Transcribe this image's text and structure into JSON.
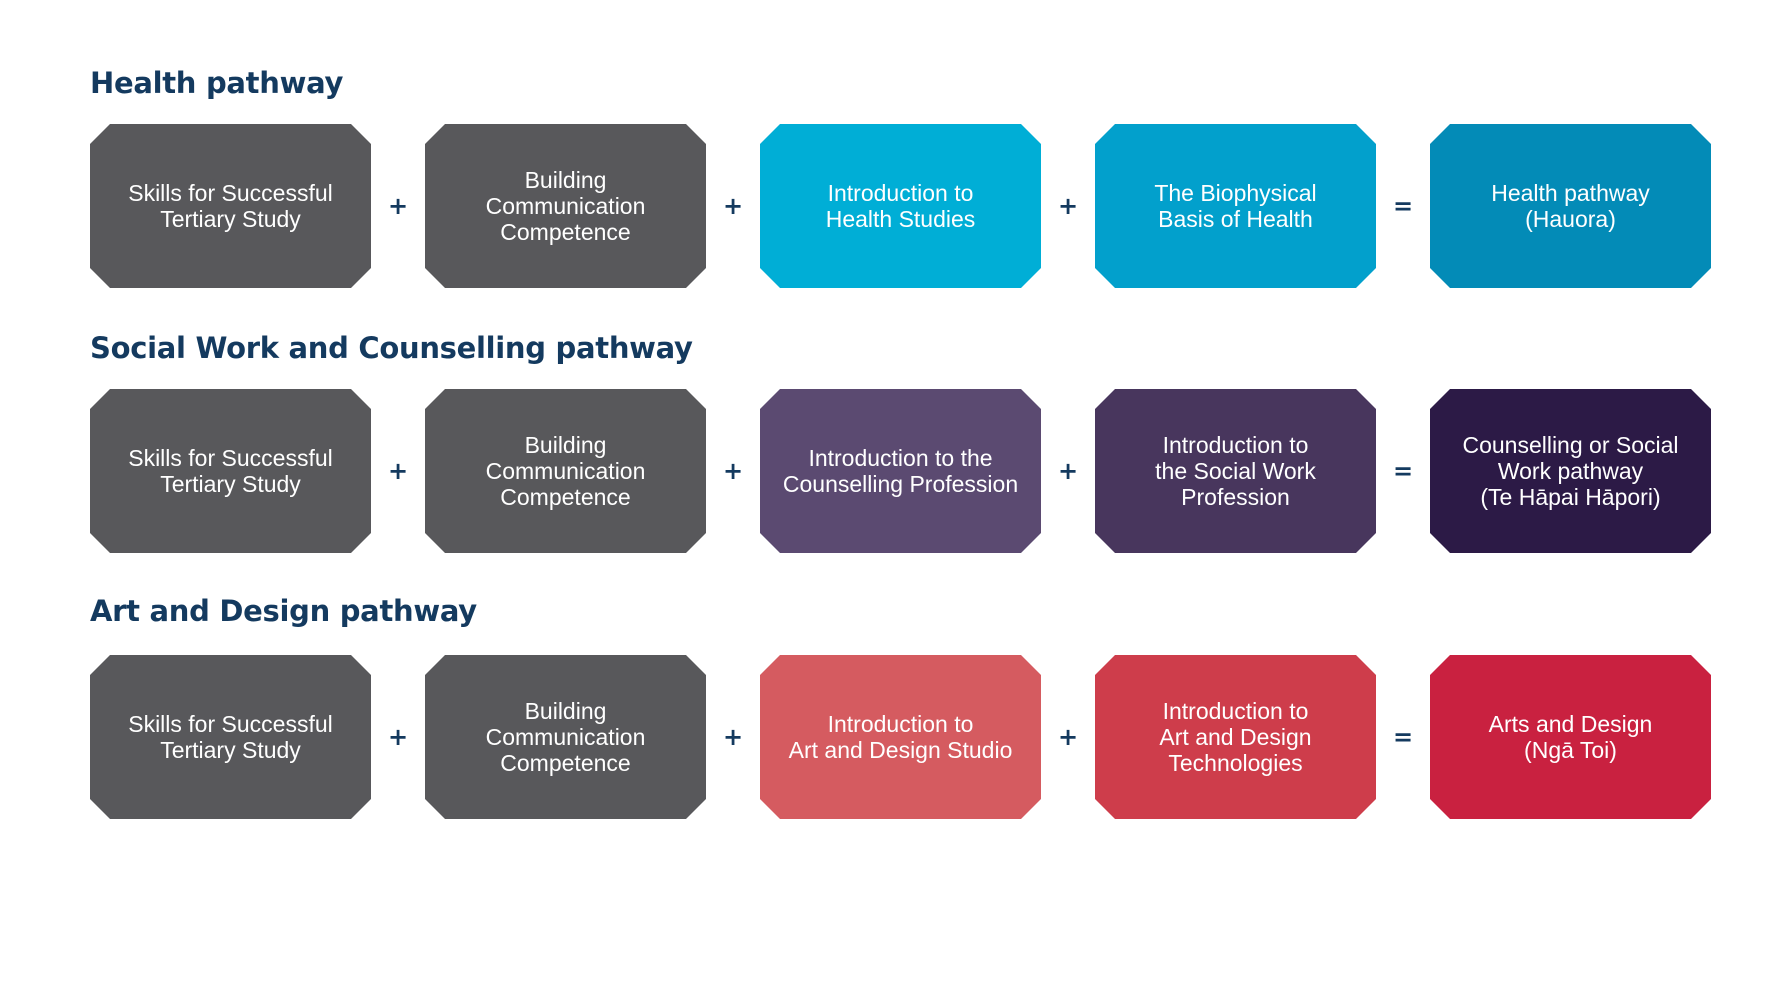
{
  "colors": {
    "title": "#143a5f",
    "core": "#58585b",
    "health": [
      "#00aed6",
      "#02a0cc",
      "#038bb7"
    ],
    "social": [
      "#5b4a71",
      "#48365d",
      "#2c1a46"
    ],
    "art": [
      "#d55b60",
      "#ce3d4b",
      "#c92140"
    ]
  },
  "pathways": [
    {
      "title": "Health pathway",
      "boxes": [
        [
          "Skills for Successful",
          "Tertiary Study"
        ],
        [
          "Building",
          "Communication",
          "Competence"
        ],
        [
          "Introduction to",
          "Health Studies"
        ],
        [
          "The Biophysical",
          "Basis of Health"
        ],
        [
          "Health pathway",
          "(Hauora)"
        ]
      ],
      "operators": [
        "+",
        "+",
        "+",
        "="
      ]
    },
    {
      "title": "Social Work and Counselling pathway",
      "boxes": [
        [
          "Skills for Successful",
          "Tertiary Study"
        ],
        [
          "Building",
          "Communication",
          "Competence"
        ],
        [
          "Introduction to the",
          "Counselling Profession"
        ],
        [
          "Introduction to",
          "the Social Work",
          "Profession"
        ],
        [
          "Counselling or Social",
          "Work pathway",
          "(Te Hāpai Hāpori)"
        ]
      ],
      "operators": [
        "+",
        "+",
        "+",
        "="
      ]
    },
    {
      "title": "Art and Design pathway",
      "boxes": [
        [
          "Skills for Successful",
          "Tertiary Study"
        ],
        [
          "Building",
          "Communication",
          "Competence"
        ],
        [
          "Introduction to",
          "Art and Design Studio"
        ],
        [
          "Introduction to",
          "Art and Design",
          "Technologies"
        ],
        [
          "Arts and Design",
          "(Ngā Toi)"
        ]
      ],
      "operators": [
        "+",
        "+",
        "+",
        "="
      ]
    }
  ]
}
